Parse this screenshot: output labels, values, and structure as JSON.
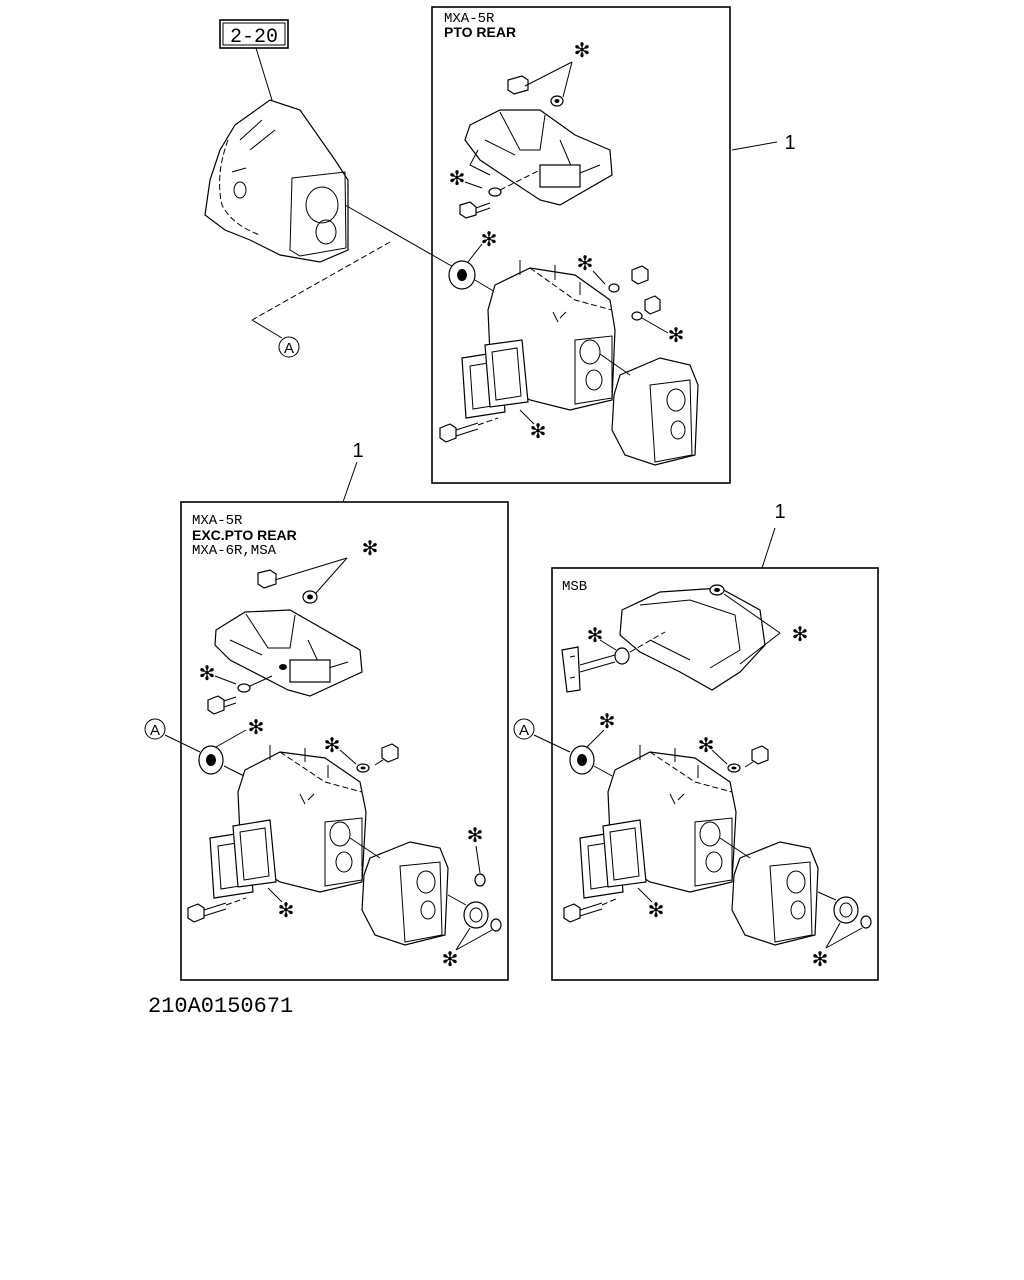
{
  "reference_label": "2-20",
  "callout_item": "1",
  "callout_marker": "A",
  "asterisk": "✻",
  "panels": {
    "top": {
      "line1": "MXA-5R",
      "line2": "PTO REAR"
    },
    "left": {
      "line1": "MXA-5R",
      "line2": "EXC.PTO REAR",
      "line3": "MXA-6R,MSA"
    },
    "right": {
      "line1": "MSB"
    }
  },
  "drawing_number": "210A0150671"
}
